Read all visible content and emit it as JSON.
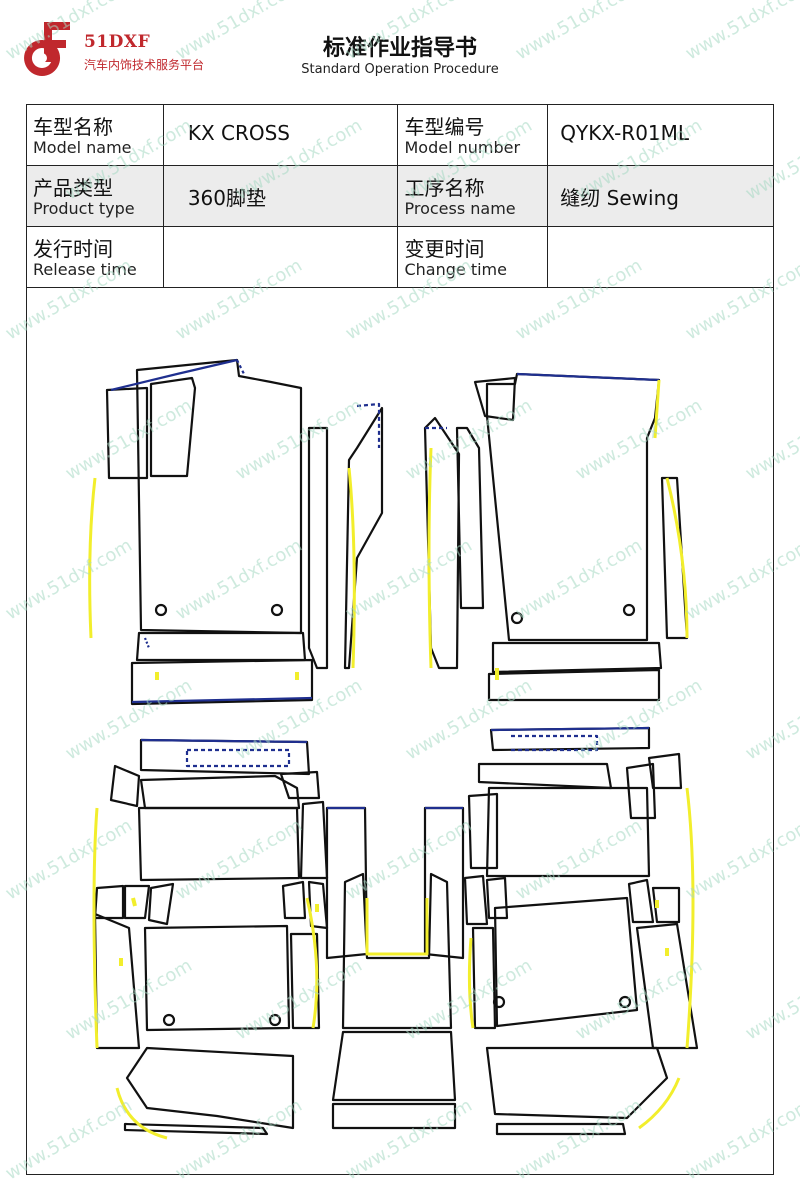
{
  "brand": {
    "name": "51DXF",
    "tagline": "汽车内饰技术服务平台"
  },
  "header": {
    "title": "标准作业指导书",
    "subtitle": "Standard Operation Procedure"
  },
  "info": {
    "model_name": {
      "zh": "车型名称",
      "en": "Model name",
      "value": "KX CROSS"
    },
    "model_number": {
      "zh": "车型编号",
      "en": "Model number",
      "value": "QYKX-R01ML"
    },
    "product_type": {
      "zh": "产品类型",
      "en": "Product type",
      "value": "360脚垫"
    },
    "process_name": {
      "zh": "工序名称",
      "en": "Process name",
      "value": "缝纫 Sewing"
    },
    "release_time": {
      "zh": "发行时间",
      "en": "Release time",
      "value": ""
    },
    "change_time": {
      "zh": "变更时间",
      "en": "Change time",
      "value": ""
    }
  },
  "watermark": {
    "text": "www.51dxf.com"
  },
  "colors": {
    "brand_red": "#c0282d",
    "outline": "#111111",
    "seam_blue": "#1f2f8f",
    "seam_yellow": "#f2ee2c"
  }
}
